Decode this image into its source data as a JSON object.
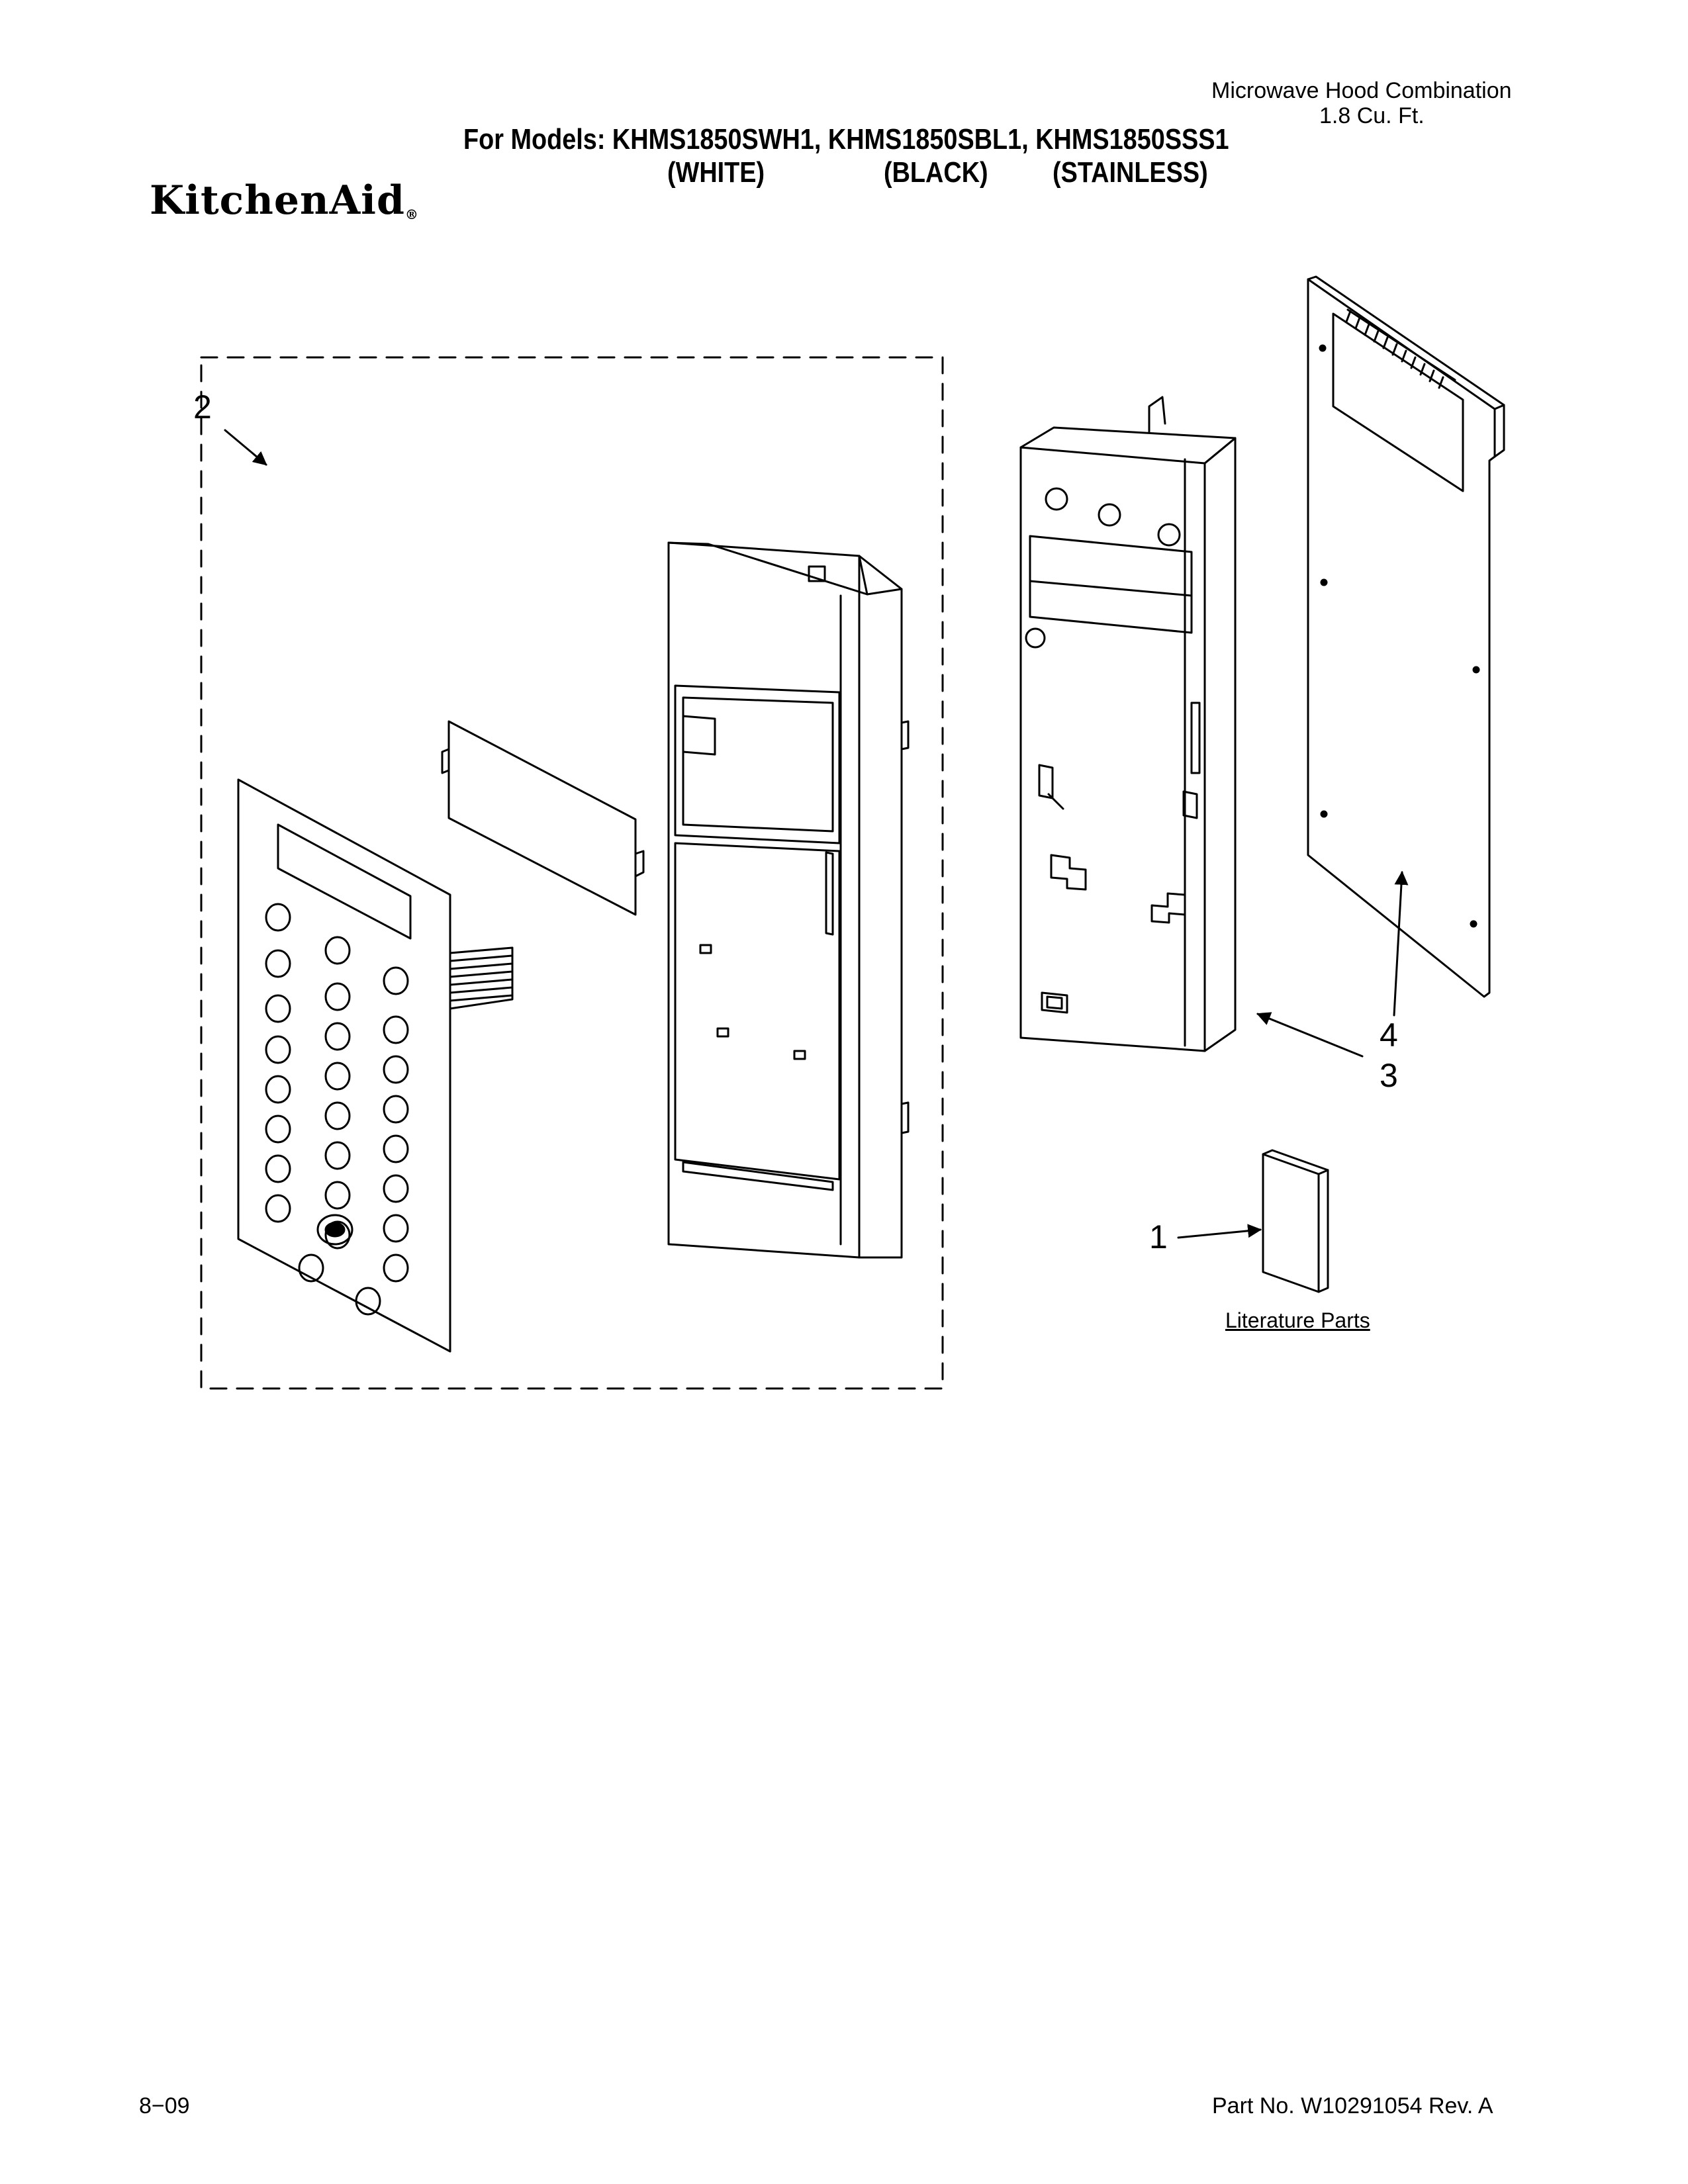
{
  "header": {
    "product_line1": "Microwave Hood Combination",
    "product_line2": "1.8 Cu. Ft.",
    "models": "For Models: KHMS1850SWH1, KHMS1850SBL1, KHMS1850SSS1",
    "colors": [
      "(WHITE)",
      "(BLACK)",
      "(STAINLESS)"
    ],
    "brand": "KitchenAid",
    "brand_mark": "®"
  },
  "callouts": [
    "1",
    "2",
    "3",
    "4"
  ],
  "literature_label": "Literature Parts",
  "footer": {
    "date": "8−09",
    "part_number": "Part No. W10291054 Rev. A"
  }
}
